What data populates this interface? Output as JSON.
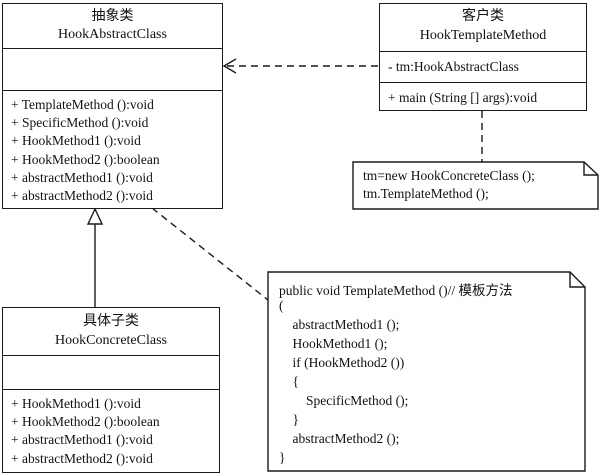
{
  "abstract_class": {
    "title_cn": "抽象类",
    "title_en": "HookAbstractClass",
    "attributes": [],
    "methods": [
      "+ TemplateMethod ():void",
      "+ SpecificMethod ():void",
      "+ HookMethod1 ():void",
      "+ HookMethod2 ():boolean",
      "+ abstractMethod1 ():void",
      "+ abstractMethod2 ():void"
    ]
  },
  "client_class": {
    "title_cn": "客户类",
    "title_en": "HookTemplateMethod",
    "attributes": [
      "- tm:HookAbstractClass"
    ],
    "methods": [
      "+ main (String [] args):void"
    ]
  },
  "concrete_class": {
    "title_cn": "具体子类",
    "title_en": "HookConcreteClass",
    "attributes": [],
    "methods": [
      "+ HookMethod1 ():void",
      "+ HookMethod2 ():boolean",
      "+ abstractMethod1 ():void",
      "+ abstractMethod2 ():void"
    ]
  },
  "client_note": {
    "lines": [
      "tm=new HookConcreteClass ();",
      "tm.TemplateMethod ();"
    ]
  },
  "template_note": {
    "lines": [
      "public void TemplateMethod ()// 模板方法",
      "(",
      "    abstractMethod1 ();",
      "    HookMethod1 ();",
      "    if (HookMethod2 ())",
      "    {",
      "        SpecificMethod ();",
      "    }",
      "    abstractMethod2 ();",
      "}"
    ]
  },
  "colors": {
    "stroke": "#1a1a1a",
    "background": "#ffffff"
  }
}
